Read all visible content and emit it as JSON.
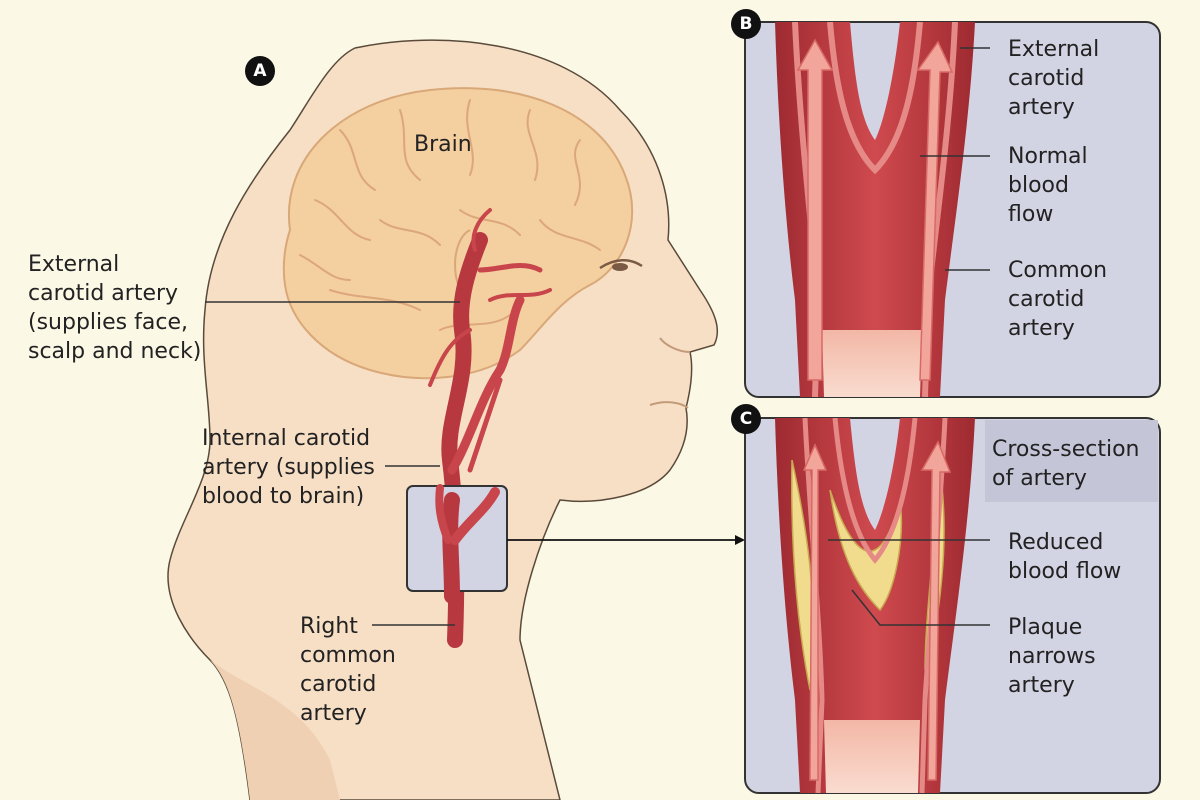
{
  "panels": {
    "a": {
      "badge": "A"
    },
    "b": {
      "badge": "B"
    },
    "c": {
      "badge": "C"
    }
  },
  "labels": {
    "brain": "Brain",
    "external_carotid_main": "External\ncarotid artery\n(supplies face,\nscalp and neck)",
    "internal_carotid": "Internal carotid\nartery (supplies\nblood to brain)",
    "right_common_carotid": "Right\ncommon\ncarotid\nartery",
    "b_external_carotid": "External\ncarotid\nartery",
    "b_normal_flow": "Normal\nblood\nflow",
    "b_common_carotid": "Common\ncarotid\nartery",
    "c_cross_section": "Cross-section\nof artery",
    "c_reduced_flow": "Reduced\nblood flow",
    "c_plaque": "Plaque\nnarrows\nartery"
  },
  "colors": {
    "background": "#fbf8e6",
    "skin": "#f7dfc6",
    "brain": "#f4cfa0",
    "artery": "#b8383f",
    "artery_wall": "#e58a86",
    "plaque": "#f0dc8c",
    "panel": "#d3d4e3"
  }
}
